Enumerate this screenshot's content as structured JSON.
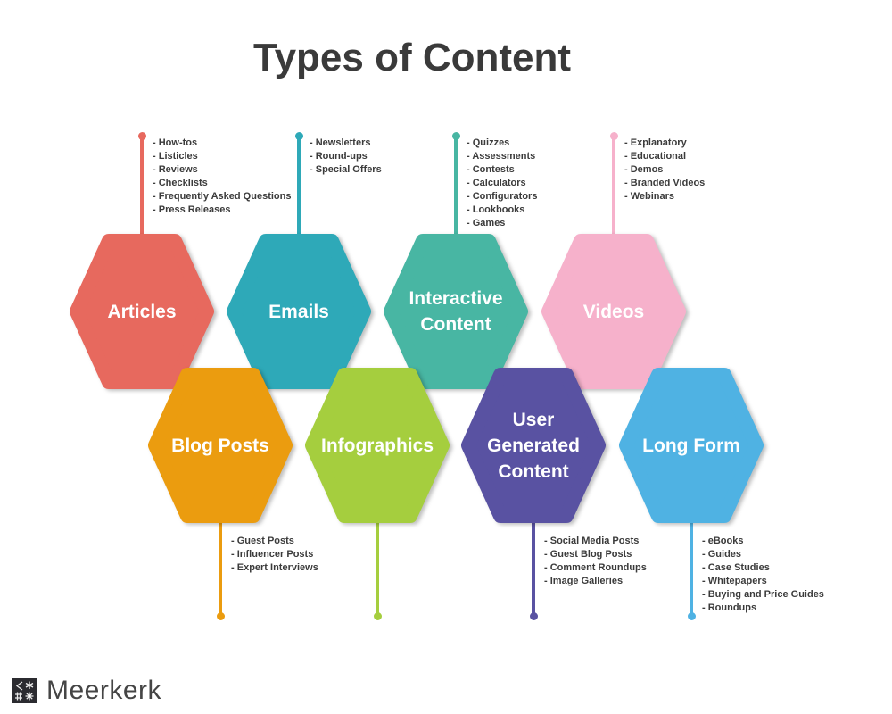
{
  "title": "Types of Content",
  "title_color": "#3A3A3A",
  "text_color": "#3B3B3B",
  "connector_color": "#3D4247",
  "background": "#FFFFFF",
  "logo": {
    "brand": "Meerkerk",
    "mark_color": "#2B2B30",
    "text_color": "#454545"
  },
  "nodes": [
    {
      "label": "Articles",
      "color": "#E7695E",
      "callout": "top",
      "items": [
        "How-tos",
        "Listicles",
        "Reviews",
        "Checklists",
        "Frequently Asked Questions",
        "Press Releases"
      ]
    },
    {
      "label": "Emails",
      "color": "#2EA9B8",
      "callout": "top",
      "items": [
        "Newsletters",
        "Round-ups",
        "Special Offers"
      ]
    },
    {
      "label": "Interactive Content",
      "color": "#48B6A3",
      "callout": "top",
      "items": [
        "Quizzes",
        "Assessments",
        "Contests",
        "Calculators",
        "Configurators",
        "Lookbooks",
        "Games"
      ]
    },
    {
      "label": "Videos",
      "color": "#F6B1CB",
      "callout": "top",
      "items": [
        "Explanatory",
        "Educational",
        "Demos",
        "Branded Videos",
        "Webinars"
      ]
    },
    {
      "label": "Blog Posts",
      "color": "#EB9C0F",
      "callout": "bottom",
      "items": [
        "Guest Posts",
        "Influencer Posts",
        "Expert Interviews"
      ]
    },
    {
      "label": "Infographics",
      "color": "#A5CE3E",
      "callout": "bottom",
      "items": []
    },
    {
      "label": "User Generated Content",
      "color": "#5952A2",
      "callout": "bottom",
      "items": [
        "Social Media Posts",
        "Guest Blog Posts",
        "Comment Roundups",
        "Image Galleries"
      ]
    },
    {
      "label": "Long Form",
      "color": "#4FB2E3",
      "callout": "bottom",
      "items": [
        "eBooks",
        "Guides",
        "Case Studies",
        "Whitepapers",
        "Buying and Price Guides",
        "Roundups"
      ]
    }
  ]
}
